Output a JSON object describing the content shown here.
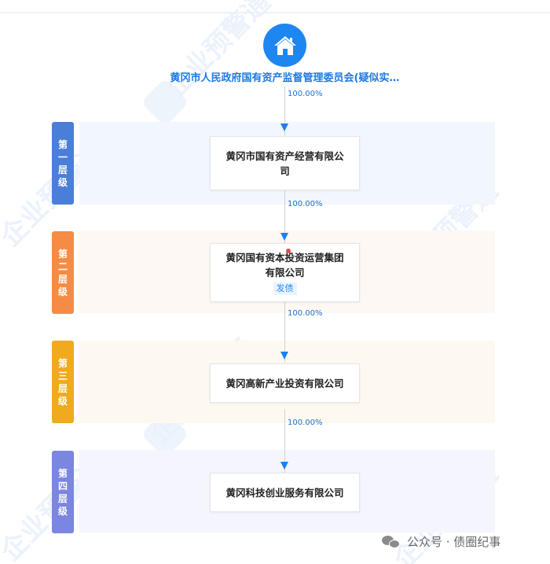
{
  "chart": {
    "root": {
      "icon": "house-icon",
      "label": "黄冈市人民政府国有资产监督管理委员会(疑似实…",
      "color": "#1e86f0"
    },
    "edges": [
      {
        "from": "root",
        "to": "level1",
        "percent": "100.00%"
      },
      {
        "from": "level1",
        "to": "level2",
        "percent": "100.00%"
      },
      {
        "from": "level2",
        "to": "level3",
        "percent": "100.00%"
      },
      {
        "from": "level3",
        "to": "level4",
        "percent": "100.00%"
      }
    ],
    "levels": [
      {
        "tag_chars": [
          "第",
          "一",
          "层",
          "级"
        ],
        "tag_color": "#4a7ed8",
        "band_color": "#f2f6fd",
        "company": "黄冈市国有资产经营有限公司",
        "company_lines": [
          "黄冈市国有资产经营有限公",
          "司"
        ]
      },
      {
        "tag_chars": [
          "第",
          "二",
          "层",
          "级"
        ],
        "tag_color": "#f58c45",
        "band_color": "#fdf8f3",
        "company": "黄冈国有资本投资运营集团有限公司",
        "company_lines": [
          "黄冈国有资本投资运营集团",
          "有限公司"
        ],
        "badge": "发债"
      },
      {
        "tag_chars": [
          "第",
          "三",
          "层",
          "级"
        ],
        "tag_color": "#f0aa1e",
        "band_color": "#fdf9f1",
        "company": "黄冈高新产业投资有限公司",
        "company_lines": [
          "黄冈高新产业投资有限公司"
        ]
      },
      {
        "tag_chars": [
          "第",
          "四",
          "层",
          "级"
        ],
        "tag_color": "#7b86e0",
        "band_color": "#f5f6fd",
        "company": "黄冈科技创业服务有限公司",
        "company_lines": [
          "黄冈科技创业服务有限公司"
        ]
      }
    ]
  },
  "watermark": {
    "text": "企业预警通",
    "icon": "lightning-bolt-icon"
  },
  "footer": {
    "icon": "wechat-icon",
    "text": "公众号 · 债圈纪事"
  }
}
